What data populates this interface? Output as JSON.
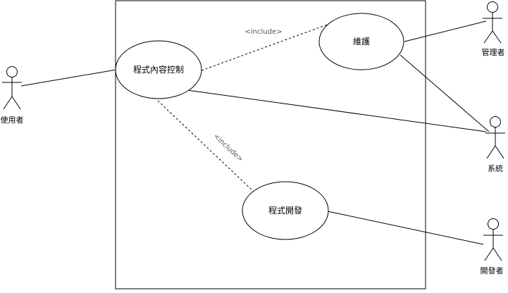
{
  "colors": {
    "stroke": "#000000",
    "fill": "#ffffff",
    "include_text": "#555555"
  },
  "use_cases": {
    "control": "程式內容控制",
    "maintain": "維護",
    "develop": "程式開發"
  },
  "actors": {
    "user": "使用者",
    "admin": "管理者",
    "system": "系統",
    "developer": "開發者"
  },
  "relations": {
    "include_top": "<include>",
    "include_diag": "<include>"
  }
}
